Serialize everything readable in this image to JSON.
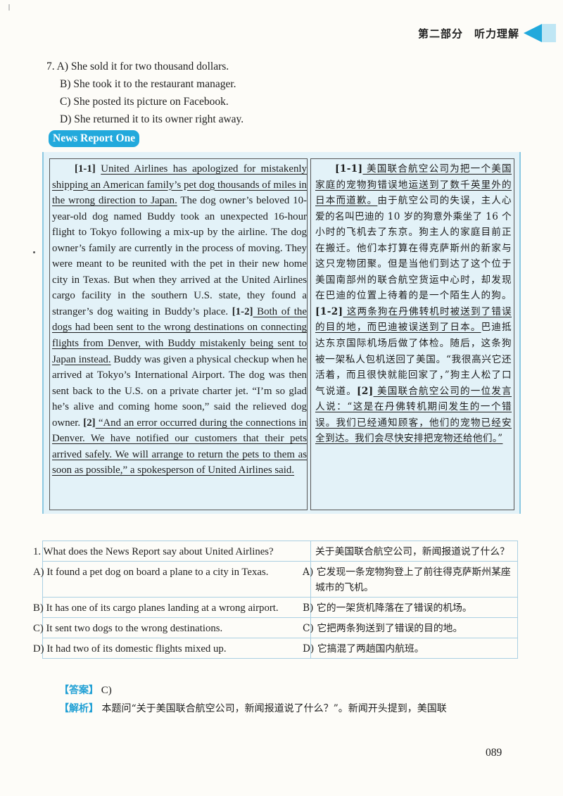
{
  "header": {
    "title": "第二部分　听力理解"
  },
  "question7": {
    "options": [
      "7. A) She sold it for two thousand dollars.",
      "B) She took it to the restaurant manager.",
      "C) She posted its picture on Facebook.",
      "D) She returned it to its owner right away."
    ]
  },
  "section_label": "News Report One",
  "report": {
    "en": {
      "tag1": "[1-1]",
      "s1": "United Airlines has apologized for mistakenly shipping an American family’s pet dog thousands of miles in the wrong direction to Japan.",
      "s2": " The dog owner’s beloved 10-year-old dog named Buddy took an unexpected 16-hour flight to Tokyo following a mix-up by the airline. The dog owner’s family are currently in the process of moving. They were meant to be reunited with the pet in their new home city in Texas. But when they arrived at the United Airlines cargo facility in the southern U.S. state, they found a stranger’s dog waiting in Buddy’s place. ",
      "tag2": "[1-2]",
      "s3": " Both of the dogs had been sent to the wrong destinations on connecting flights from Denver, with Buddy mistakenly being sent to Japan instead.",
      "s4": " Buddy was given a physical checkup when he arrived at Tokyo’s International Airport. The dog was then sent back to the U.S. on a private charter jet. “I’m so glad he’s alive and coming home soon,” said the relieved dog owner. ",
      "tag3": "[2]",
      "s5": " “And an error occurred during the connections in Denver. We have notified our customers that their pets arrived safely. We will arrange to return the pets to them as soon as possible,” a spokesperson of United Airlines said."
    },
    "zh": {
      "tag1": "[1-1]",
      "s1": " 美国联合航空公司为把一个美国家庭的宠物狗错误地运送到了数千英里外的日本而道歉。",
      "s2": "由于航空公司的失误，主人心爱的名叫巴迪的 10 岁的狗意外乘坐了 16 个小时的飞机去了东京。狗主人的家庭目前正在搬迁。他们本打算在得克萨斯州的新家与这只宠物团聚。但是当他们到达了这个位于美国南部州的联合航空货运中心时，却发现在巴迪的位置上待着的是一个陌生人的狗。",
      "tag2": "[1-2]",
      "s3": " 这两条狗在丹佛转机时被送到了错误的目的地，而巴迪被误送到了日本。",
      "s4": "巴迪抵达东京国际机场后做了体检。随后，这条狗被一架私人包机送回了美国。“我很高兴它还活着，而且很快就能回家了，”狗主人松了口气说道。",
      "tag3": "[2]",
      "s5": " 美国联合航空公司的一位发言人说：“这是在丹佛转机期间发生的一个错误。我们已经通知顾客，他们的宠物已经安全到达。我们会尽快安排把宠物还给他们。”"
    }
  },
  "question1": {
    "rows": [
      {
        "en": "1. What does the News Report say about United Airlines?",
        "zh": "关于美国联合航空公司，新闻报道说了什么？"
      },
      {
        "en": "A) It found a pet dog on board a plane to a city in Texas.",
        "zh": "A) 它发现一条宠物狗登上了前往得克萨斯州某座城市的飞机。"
      },
      {
        "en": "B) It has one of its cargo planes landing at a wrong airport.",
        "zh": "B) 它的一架货机降落在了错误的机场。"
      },
      {
        "en": "C) It sent two dogs to the wrong destinations.",
        "zh": "C) 它把两条狗送到了错误的目的地。"
      },
      {
        "en": "D) It had two of its domestic flights mixed up.",
        "zh": "D) 它搞混了两趟国内航班。"
      }
    ]
  },
  "answer": {
    "label": "【答案】",
    "value": " C)"
  },
  "analysis": {
    "label": "【解析】",
    "text": " 本题问“关于美国联合航空公司，新闻报道说了什么？”。新闻开头提到，美国联"
  },
  "page_number": "089",
  "colors": {
    "accent": "#22a9dc",
    "box_bg": "#e3f2f8",
    "accent_light": "#bfe6f4"
  }
}
